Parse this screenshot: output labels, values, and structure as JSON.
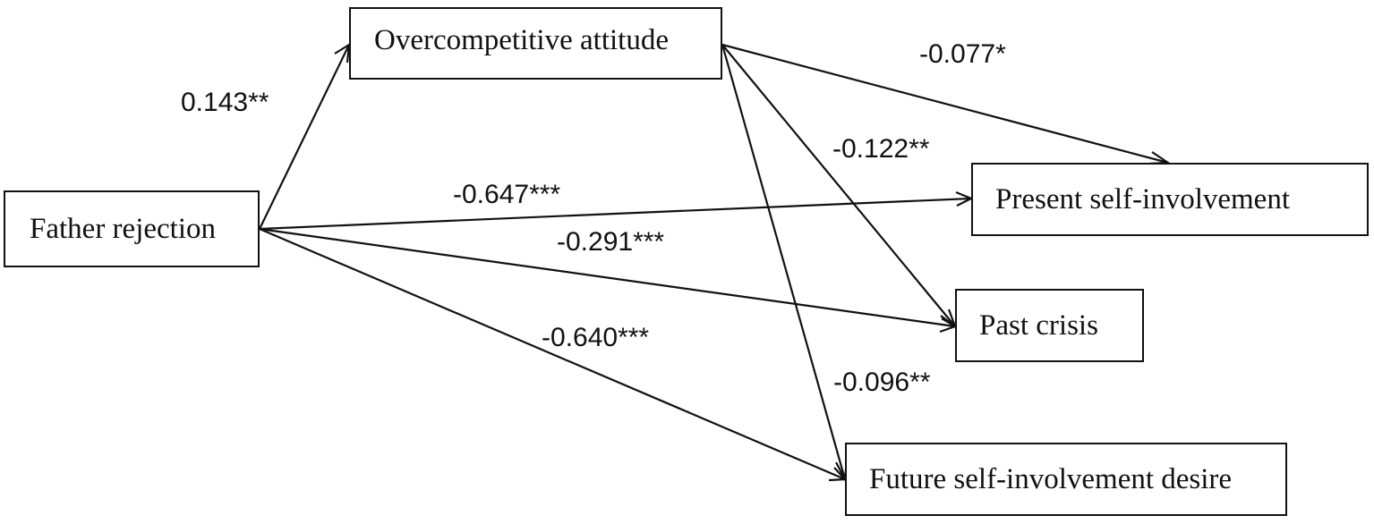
{
  "nodes": {
    "father_rejection": "Father rejection",
    "overcompetitive_attitude": "Overcompetitive attitude",
    "present_self_involvement": "Present self-involvement",
    "past_crisis": "Past crisis",
    "future_self_involvement_desire": "Future self-involvement desire"
  },
  "paths": {
    "father_to_overcompetitive": "0.143**",
    "overcompetitive_to_present": "-0.077*",
    "overcompetitive_to_past": "-0.122**",
    "overcompetitive_to_future": "-0.096**",
    "father_to_present": "-0.647***",
    "father_to_past": "-0.291***",
    "father_to_future": "-0.640***"
  }
}
